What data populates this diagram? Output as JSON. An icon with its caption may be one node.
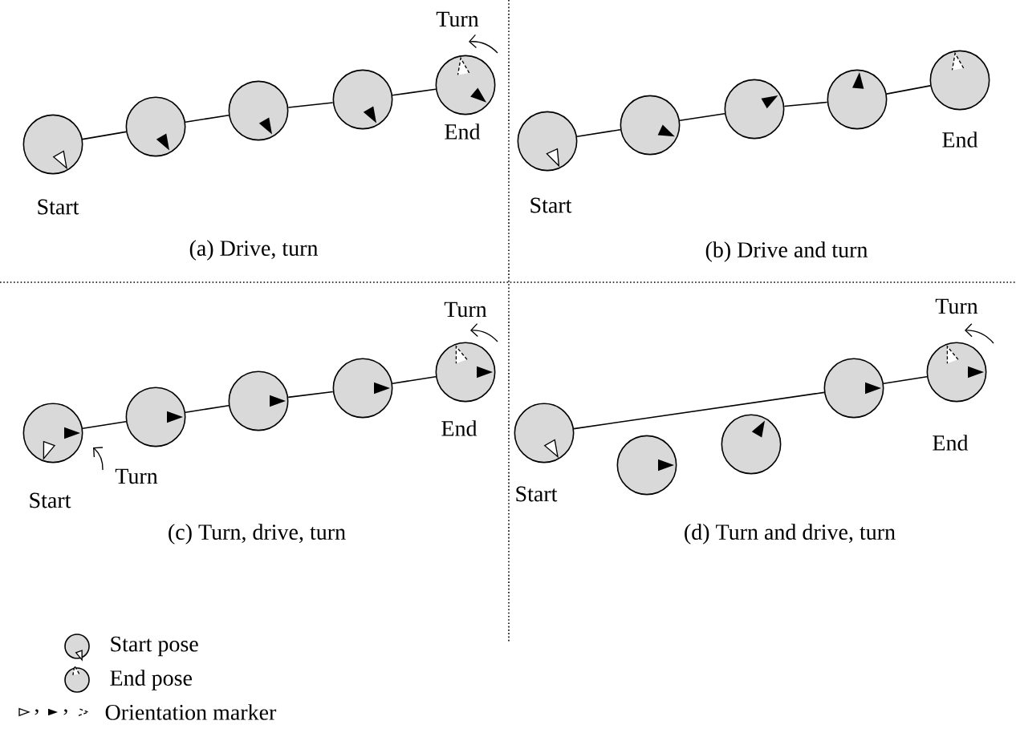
{
  "diagram": {
    "nodes": [
      {
        "text": [],
        "shape": "circle"
      },
      {
        "text": [],
        "shape": "circle"
      },
      {
        "text": [],
        "shape": "circle"
      },
      {
        "text": [],
        "shape": "circle"
      },
      {
        "text": [],
        "shape": "circle"
      },
      {
        "text": [],
        "shape": "circle"
      },
      {
        "text": [],
        "shape": "circle"
      },
      {
        "text": [],
        "shape": "circle"
      },
      {
        "text": [],
        "shape": "circle"
      },
      {
        "text": [],
        "shape": "circle"
      },
      {
        "text": [],
        "shape": "circle"
      },
      {
        "text": [],
        "shape": "circle"
      },
      {
        "text": [],
        "shape": "circle"
      },
      {
        "text": [],
        "shape": "circle"
      },
      {
        "text": [],
        "shape": "circle"
      },
      {
        "text": [],
        "shape": "circle"
      },
      {
        "text": [],
        "shape": "circle"
      },
      {
        "text": [],
        "shape": "circle"
      },
      {
        "text": [],
        "shape": "circle"
      },
      {
        "text": [],
        "shape": "circle"
      }
    ],
    "edges": [
      {
        "from": 0,
        "to": 1,
        "arrow": "none"
      },
      {
        "from": 1,
        "to": 2,
        "arrow": "none"
      },
      {
        "from": 2,
        "to": 3,
        "arrow": "none"
      },
      {
        "from": 3,
        "to": 4,
        "arrow": "none"
      },
      {
        "from": 5,
        "to": 6,
        "arrow": "none"
      },
      {
        "from": 6,
        "to": 7,
        "arrow": "none"
      },
      {
        "from": 7,
        "to": 8,
        "arrow": "none"
      },
      {
        "from": 8,
        "to": 9,
        "arrow": "none"
      },
      {
        "from": 10,
        "to": 11,
        "arrow": "none"
      },
      {
        "from": 11,
        "to": 12,
        "arrow": "none"
      },
      {
        "from": 12,
        "to": 13,
        "arrow": "none"
      },
      {
        "from": 13,
        "to": 14,
        "arrow": "none"
      },
      {
        "from": 15,
        "to": 18,
        "arrow": "none"
      },
      {
        "from": 18,
        "to": 19,
        "arrow": "none"
      }
    ],
    "labels": [
      "Turn",
      "End",
      "Start",
      "(a) Drive, turn",
      "End",
      "Start",
      "(b) Drive and turn",
      "Turn",
      "End",
      "Turn",
      "Start",
      "(c) Turn, drive, turn",
      "Turn",
      "End",
      "Start",
      "(d) Turn and drive, turn",
      ",",
      ","
    ],
    "legend": [
      {
        "text": "Start pose"
      },
      {
        "text": "End pose"
      },
      {
        "text": "Orientation marker"
      }
    ]
  }
}
